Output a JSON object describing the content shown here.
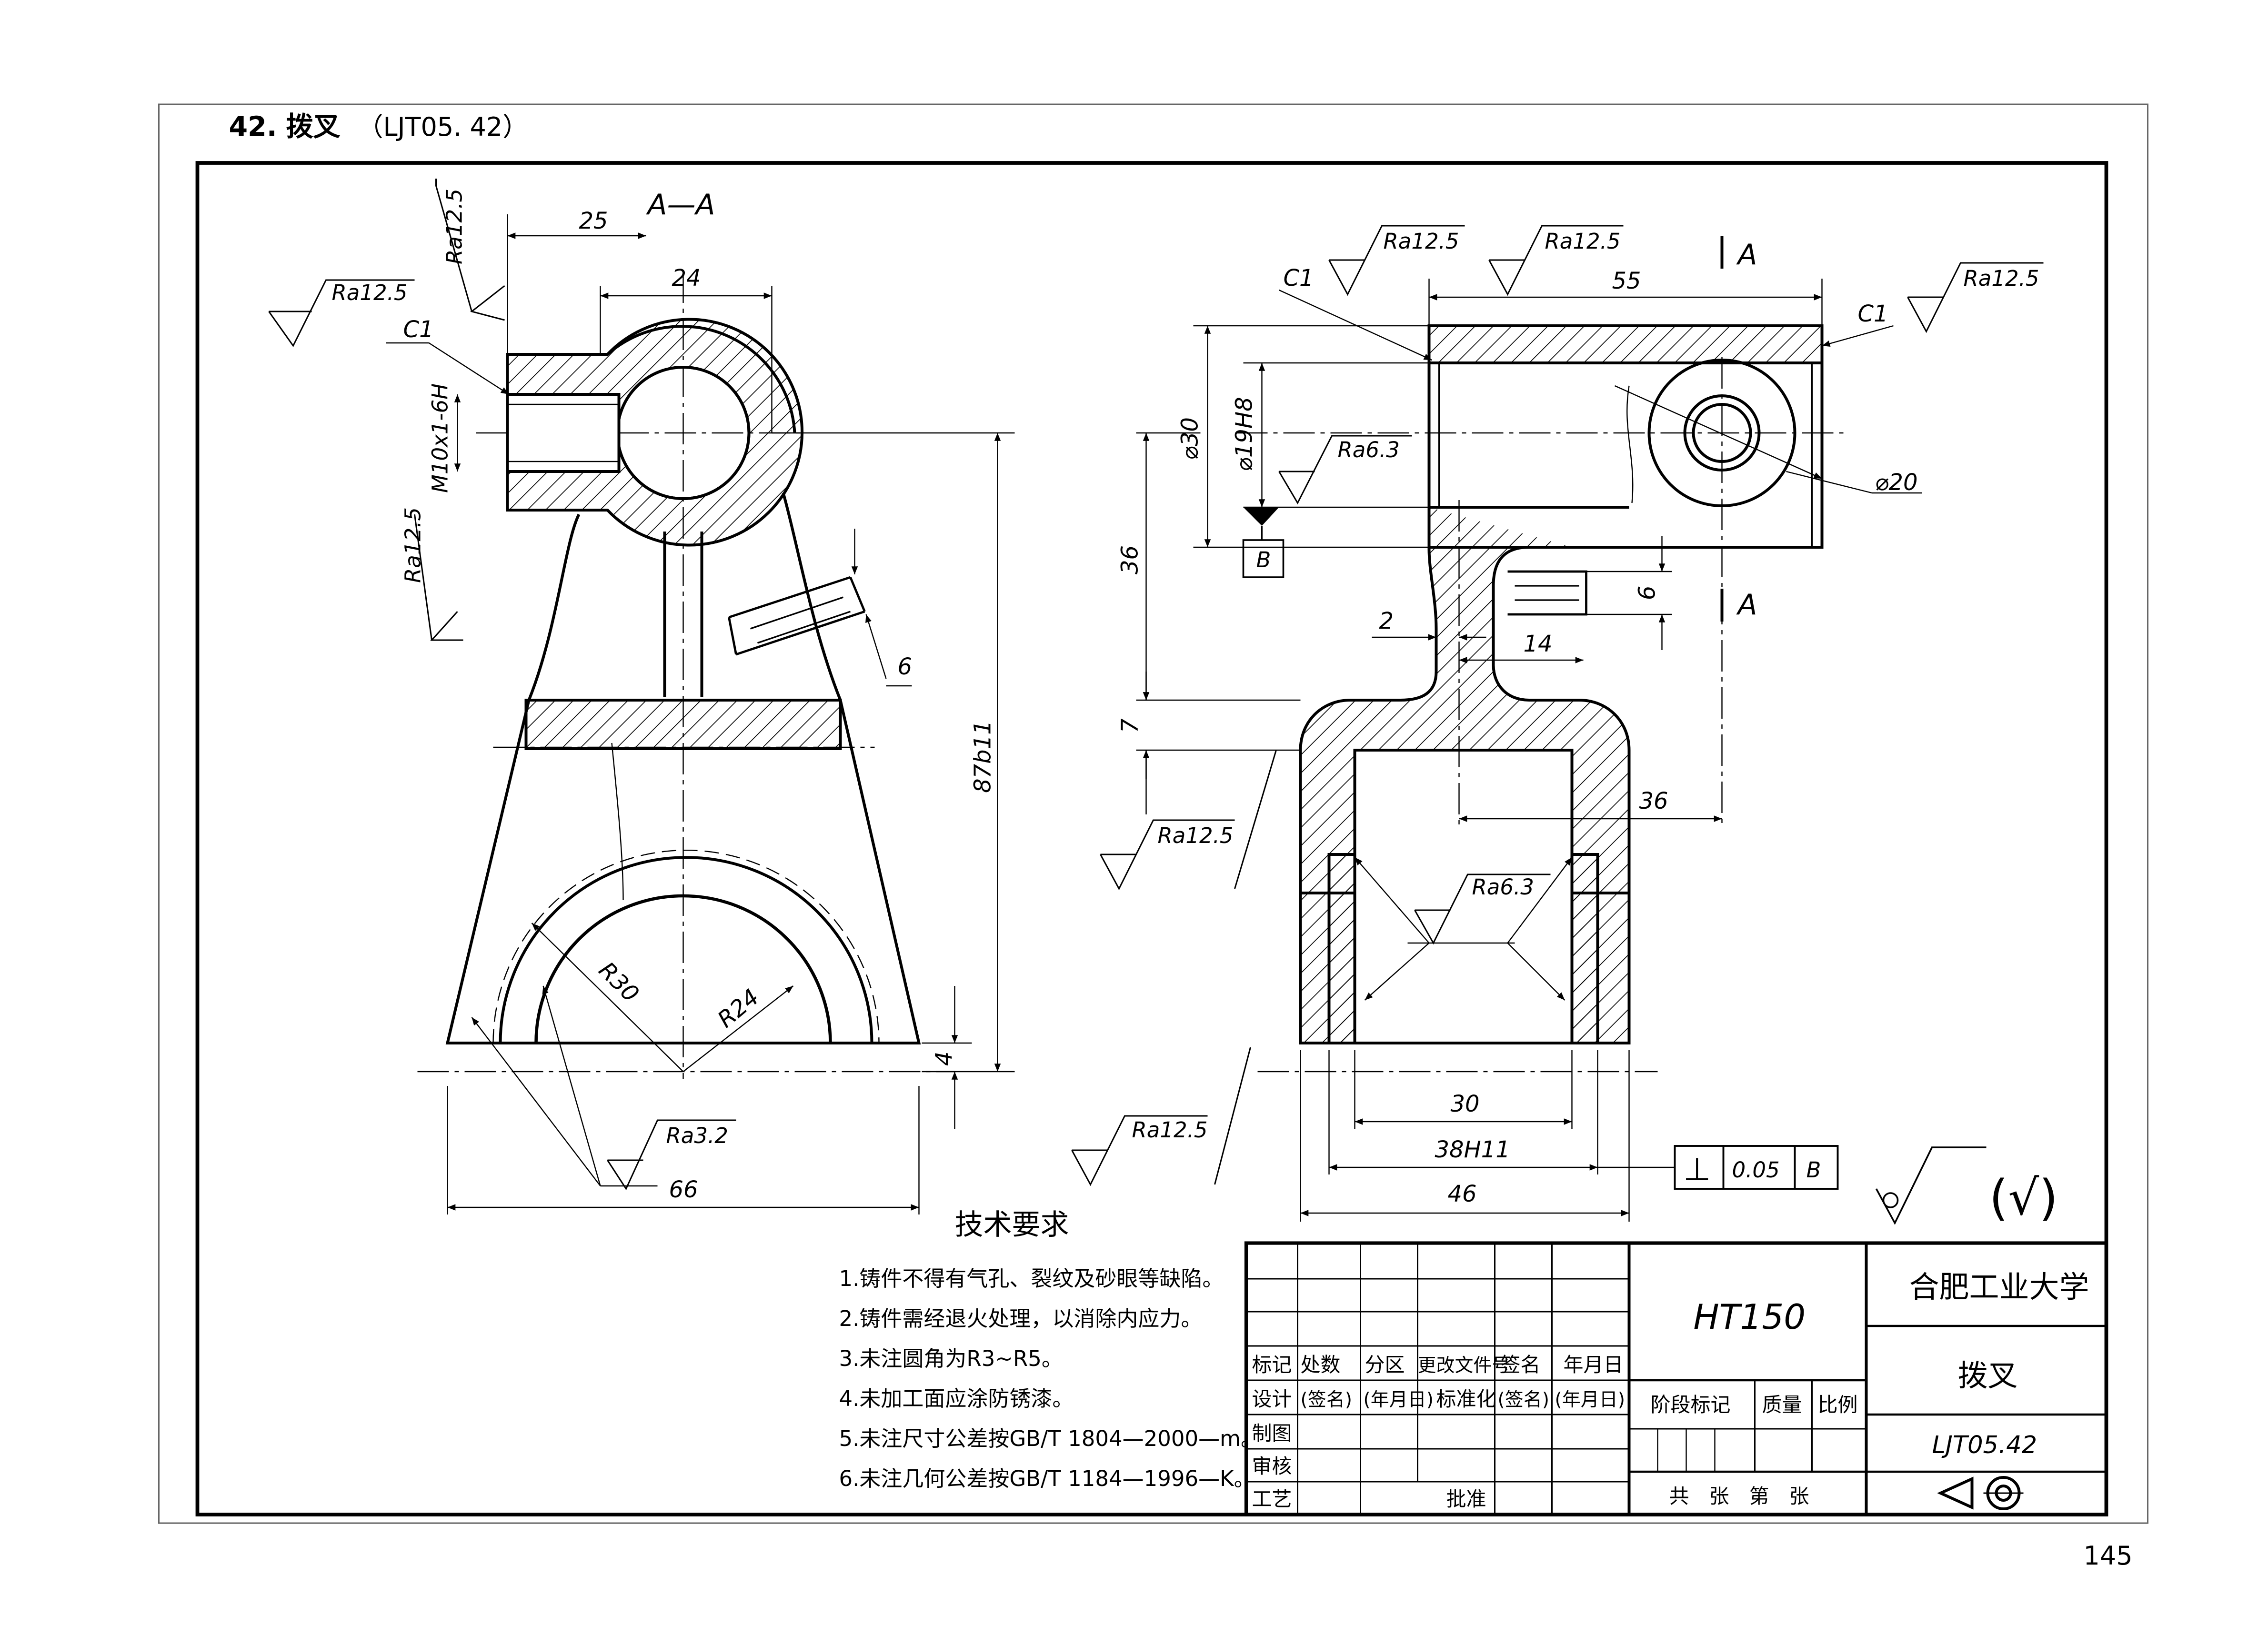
{
  "header": {
    "number": "42.",
    "title": "拨叉",
    "code": "（LJT05. 42）"
  },
  "page_number": "145",
  "left_view": {
    "section_label": "A—A",
    "dims": {
      "d25": "25",
      "d24": "24",
      "thread": "M10x1-6H",
      "chamfer": "C1",
      "d87": "87b11",
      "d6": "6",
      "d4": "4",
      "d66": "66",
      "r30": "R30",
      "r24": "R24"
    },
    "roughness": {
      "top": "Ra12.5",
      "left_top": "Ra12.5",
      "left_mid": "Ra12.5",
      "bottom": "Ra3.2"
    }
  },
  "right_view": {
    "section_mark": "A",
    "dims": {
      "d55": "55",
      "phi30": "⌀30",
      "phi19": "⌀19H8",
      "phi20": "⌀20",
      "d36v": "36",
      "d7": "7",
      "d2": "2",
      "d14": "14",
      "d6": "6",
      "d36h": "36",
      "d30": "30",
      "d38": "38H11",
      "d46": "46",
      "c1_left": "C1",
      "c1_right": "C1"
    },
    "roughness": {
      "top_left": "Ra12.5",
      "top_mid": "Ra12.5",
      "top_right": "Ra12.5",
      "bore": "Ra6.3",
      "slot": "Ra6.3",
      "left_mid": "Ra12.5",
      "left_bottom": "Ra12.5"
    },
    "datum": "B",
    "tolerance": {
      "symbol": "⊥",
      "value": "0.05",
      "datum": "B"
    }
  },
  "general_roughness": "(√)",
  "tech_requirements": {
    "title": "技术要求",
    "items": [
      "1.铸件不得有气孔、裂纹及砂眼等缺陷。",
      "2.铸件需经退火处理，以消除内应力。",
      "3.未注圆角为R3~R5。",
      "4.未加工面应涂防锈漆。",
      "5.未注尺寸公差按GB/T 1804—2000—m。",
      "6.未注几何公差按GB/T 1184—1996—K。"
    ]
  },
  "title_block": {
    "material": "HT150",
    "company": "合肥工业大学",
    "part_name": "拨叉",
    "drawing_no": "LJT05.42",
    "headers": [
      "标记",
      "处数",
      "分区",
      "更改文件号",
      "签名",
      "年月日"
    ],
    "row_design": [
      "设计",
      "(签名)",
      "(年月日)",
      "标准化",
      "(签名)",
      "(年月日)"
    ],
    "row_labels": [
      "制图",
      "审核",
      "工艺"
    ],
    "approve": "批准",
    "stage": "阶段标记",
    "mass": "质量",
    "scale": "比例",
    "sheets": "共　张　第　张"
  }
}
